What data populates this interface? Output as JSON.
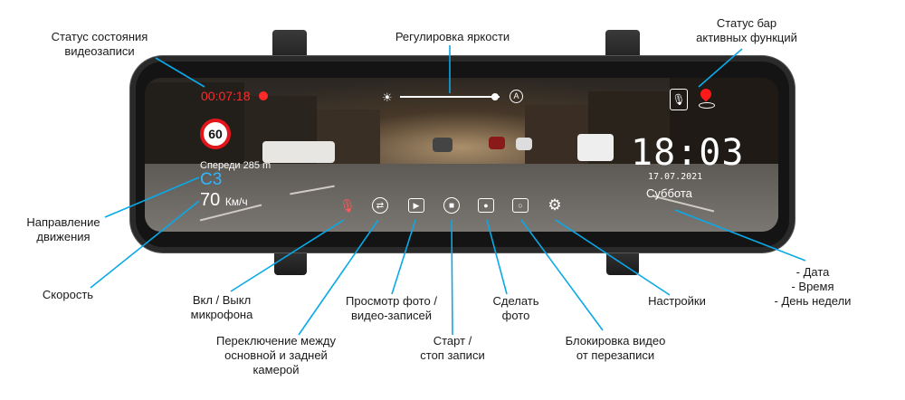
{
  "annotations": {
    "rec_status": "Статус состояния\nвидеозаписи",
    "brightness": "Регулировка яркости",
    "status_bar": "Статус бар\nактивных функций",
    "direction": "Направление\nдвижения",
    "speed": "Скорость",
    "mic": "Вкл / Выкл\nмикрофона",
    "switch_camera": "Переключение между\nосновной и задней\nкамерой",
    "view_media": "Просмотр фото /\nвидео-записей",
    "start_stop": "Старт /\nстоп записи",
    "take_photo": "Сделать\nфото",
    "lock_video": "Блокировка видео\nот перезаписи",
    "settings": "Настройки",
    "date_time": "- Дата\n- Время\n- День недели"
  },
  "screen": {
    "rec_time": "00:07:18",
    "speed_limit": "60",
    "front_distance": "Спереди 285 m",
    "direction": "C3",
    "speed_value": "70",
    "speed_unit": "Км/ч",
    "auto_brightness_label": "A",
    "clock": "18:03",
    "date": "17.07.2021",
    "weekday": "Суббота",
    "brightness_level": 0.95
  },
  "icons": {
    "sun": "sun-icon",
    "mic": "microphone-icon",
    "switch": "camera-switch-icon",
    "play": "play-icon",
    "record": "record-stop-icon",
    "photo": "camera-icon",
    "lock": "lock-camera-icon",
    "settings": "gear-icon"
  },
  "colors": {
    "rec_red": "#ff2a2a",
    "direction_blue": "#2fb6ff",
    "pointer_line": "#0aa9e8"
  }
}
